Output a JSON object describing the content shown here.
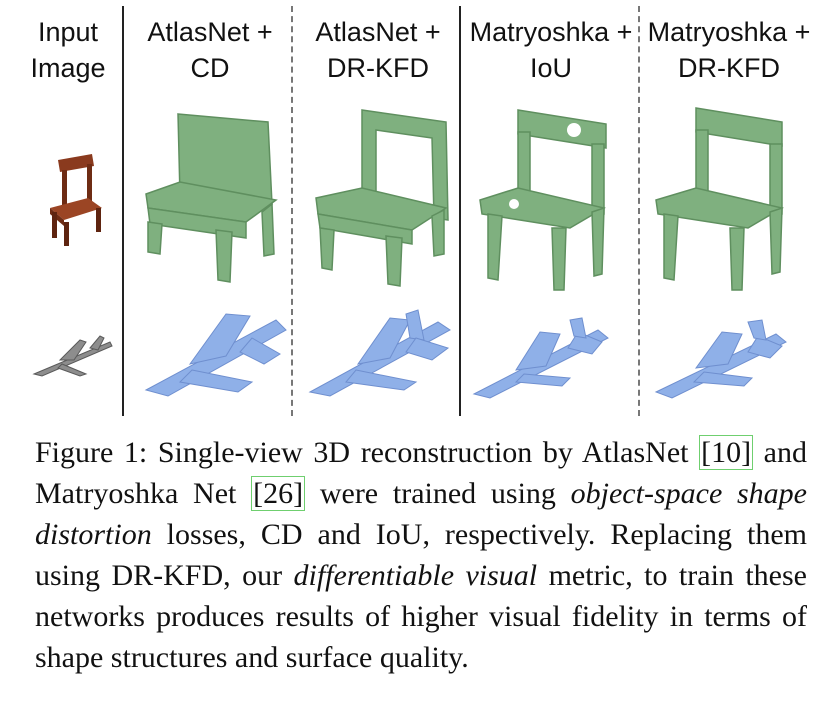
{
  "columns": [
    {
      "line1": "Input",
      "line2": "Image"
    },
    {
      "line1": "AtlasNet +",
      "line2": "CD"
    },
    {
      "line1": "AtlasNet +",
      "line2": "DR-KFD"
    },
    {
      "line1": "Matryoshka +",
      "line2": "IoU"
    },
    {
      "line1": "Matryoshka +",
      "line2": "DR-KFD"
    }
  ],
  "colors": {
    "chair_input": "#8a3a1e",
    "chair_recon": "#7fb07f",
    "plane_input": "#8d8d8d",
    "plane_recon": "#8fb0e8"
  },
  "caption": {
    "p1": "Figure 1: Single-view 3D reconstruction by AtlasNet ",
    "ref1": "[10]",
    "p2": " and Matryoshka Net ",
    "ref2": "[26]",
    "p3": " were trained using ",
    "em1": "object-space shape distortion",
    "p4": " losses, CD and IoU, respectively. Replacing them using DR-KFD, our ",
    "em2": "differentiable visual",
    "p5": " metric, to train these networks produces results of higher visual fidelity in terms of shape structures and surface quality."
  }
}
